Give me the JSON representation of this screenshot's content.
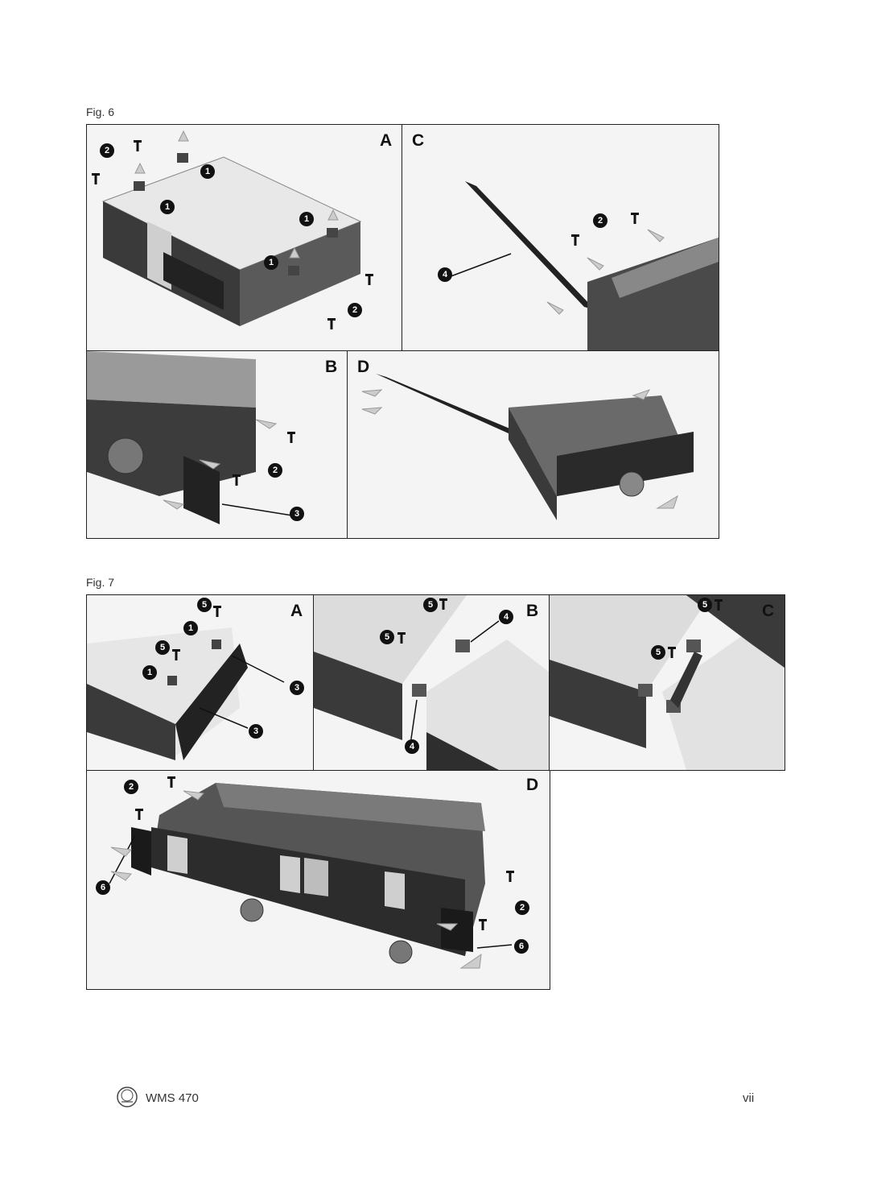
{
  "fig6": {
    "label": "Fig. 6",
    "panels": {
      "a": "A",
      "b": "B",
      "c": "C",
      "d": "D"
    }
  },
  "fig7": {
    "label": "Fig. 7",
    "panels": {
      "a": "A",
      "b": "B",
      "c": "C",
      "d": "D"
    }
  },
  "callouts": {
    "n1": "1",
    "n2": "2",
    "n3": "3",
    "n4": "4",
    "n5": "5",
    "n6": "6"
  },
  "footer": {
    "model": "WMS 470",
    "page": "vii",
    "logo_icon": "akg-logo-icon"
  }
}
